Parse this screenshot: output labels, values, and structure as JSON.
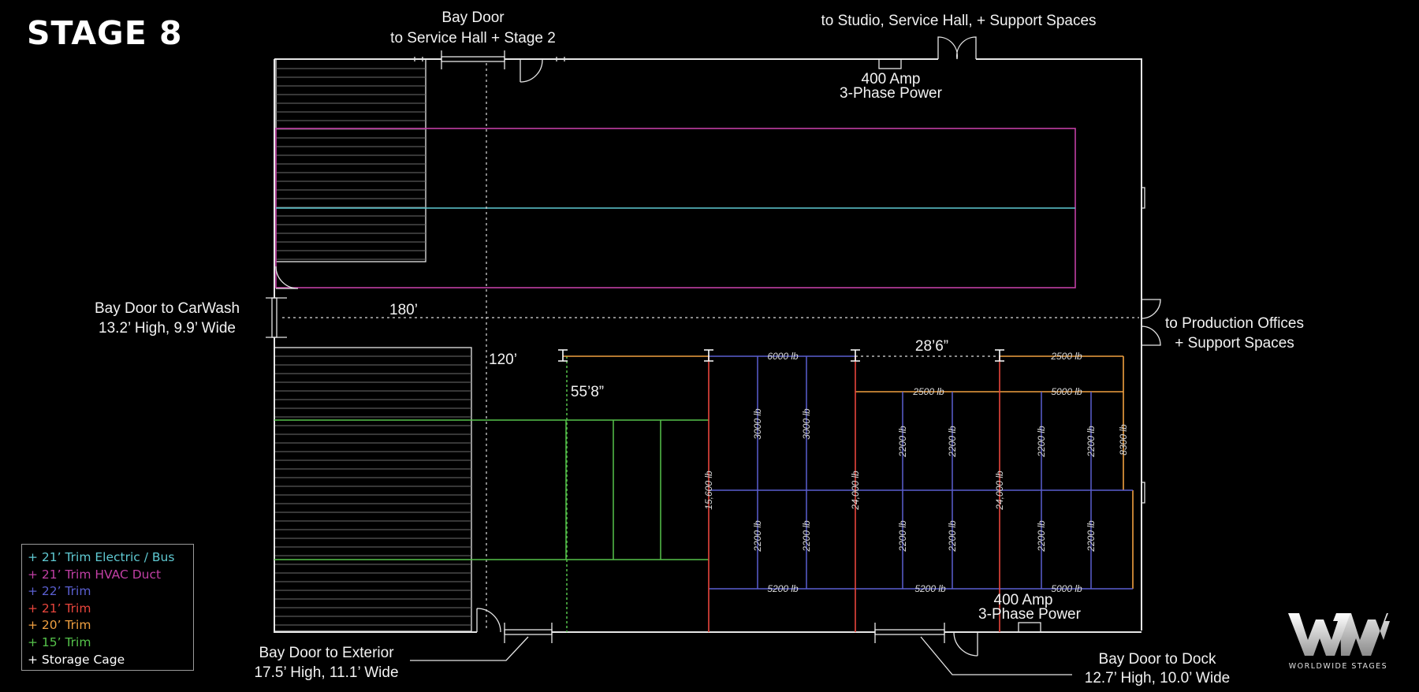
{
  "title": "STAGE 8",
  "labels": {
    "bay_door_top_line1": "Bay Door",
    "bay_door_top_line2": "to Service Hall + Stage 2",
    "to_studio": "to Studio, Service Hall, + Support Spaces",
    "power_top_line1": "400 Amp",
    "power_top_line2": "3-Phase Power",
    "carwash_line1": "Bay Door to CarWash",
    "carwash_line2": "13.2’ High, 9.9’ Wide",
    "dim_180": "180’",
    "dim_120": "120’",
    "dim_55_8": "55’8”",
    "dim_28_6": "28’6”",
    "prod_offices_line1": "to Production Offices",
    "prod_offices_line2": "+ Support Spaces",
    "power_bottom_line1": "400 Amp",
    "power_bottom_line2": "3-Phase Power",
    "exterior_line1": "Bay Door to Exterior",
    "exterior_line2": "17.5’ High, 11.1’ Wide",
    "dock_line1": "Bay Door to Dock",
    "dock_line2": "12.7’ High, 10.0’ Wide"
  },
  "weights": {
    "w6000": "6000 lb",
    "w2500a": "2500 lb",
    "w2500b": "2500 lb",
    "w5000a": "5000 lb",
    "w3000a": "3000 lb",
    "w3000b": "3000 lb",
    "w2200": "2200 lb",
    "w8300": "8300 lb",
    "w15600": "15,600 lb",
    "w24000a": "24,000 lb",
    "w24000b": "24,000 lb",
    "w5200a": "5200 lb",
    "w5200b": "5200 lb",
    "w5000b": "5000 lb"
  },
  "legend": [
    {
      "label": "+ 21’ Trim Electric / Bus",
      "color": "#5fc9d2"
    },
    {
      "label": "+ 21’ Trim HVAC Duct",
      "color": "#c13fa4"
    },
    {
      "label": "+ 22’ Trim",
      "color": "#5a5fd0"
    },
    {
      "label": "+ 21’ Trim",
      "color": "#e8453c"
    },
    {
      "label": "+ 20’ Trim",
      "color": "#f0a040"
    },
    {
      "label": "+ 15’ Trim",
      "color": "#55c34a"
    },
    {
      "label": "+ Storage Cage",
      "color": "#ffffff"
    }
  ],
  "logo": {
    "caption": "WORLDWIDE STAGES"
  },
  "colors": {
    "electric": "#5fc9d2",
    "hvac": "#c13fa4",
    "trim22": "#5a5fd0",
    "trim21": "#e8453c",
    "trim20": "#f0a040",
    "trim15": "#55c34a",
    "walls": "#e6e6e6",
    "background": "#000000"
  }
}
